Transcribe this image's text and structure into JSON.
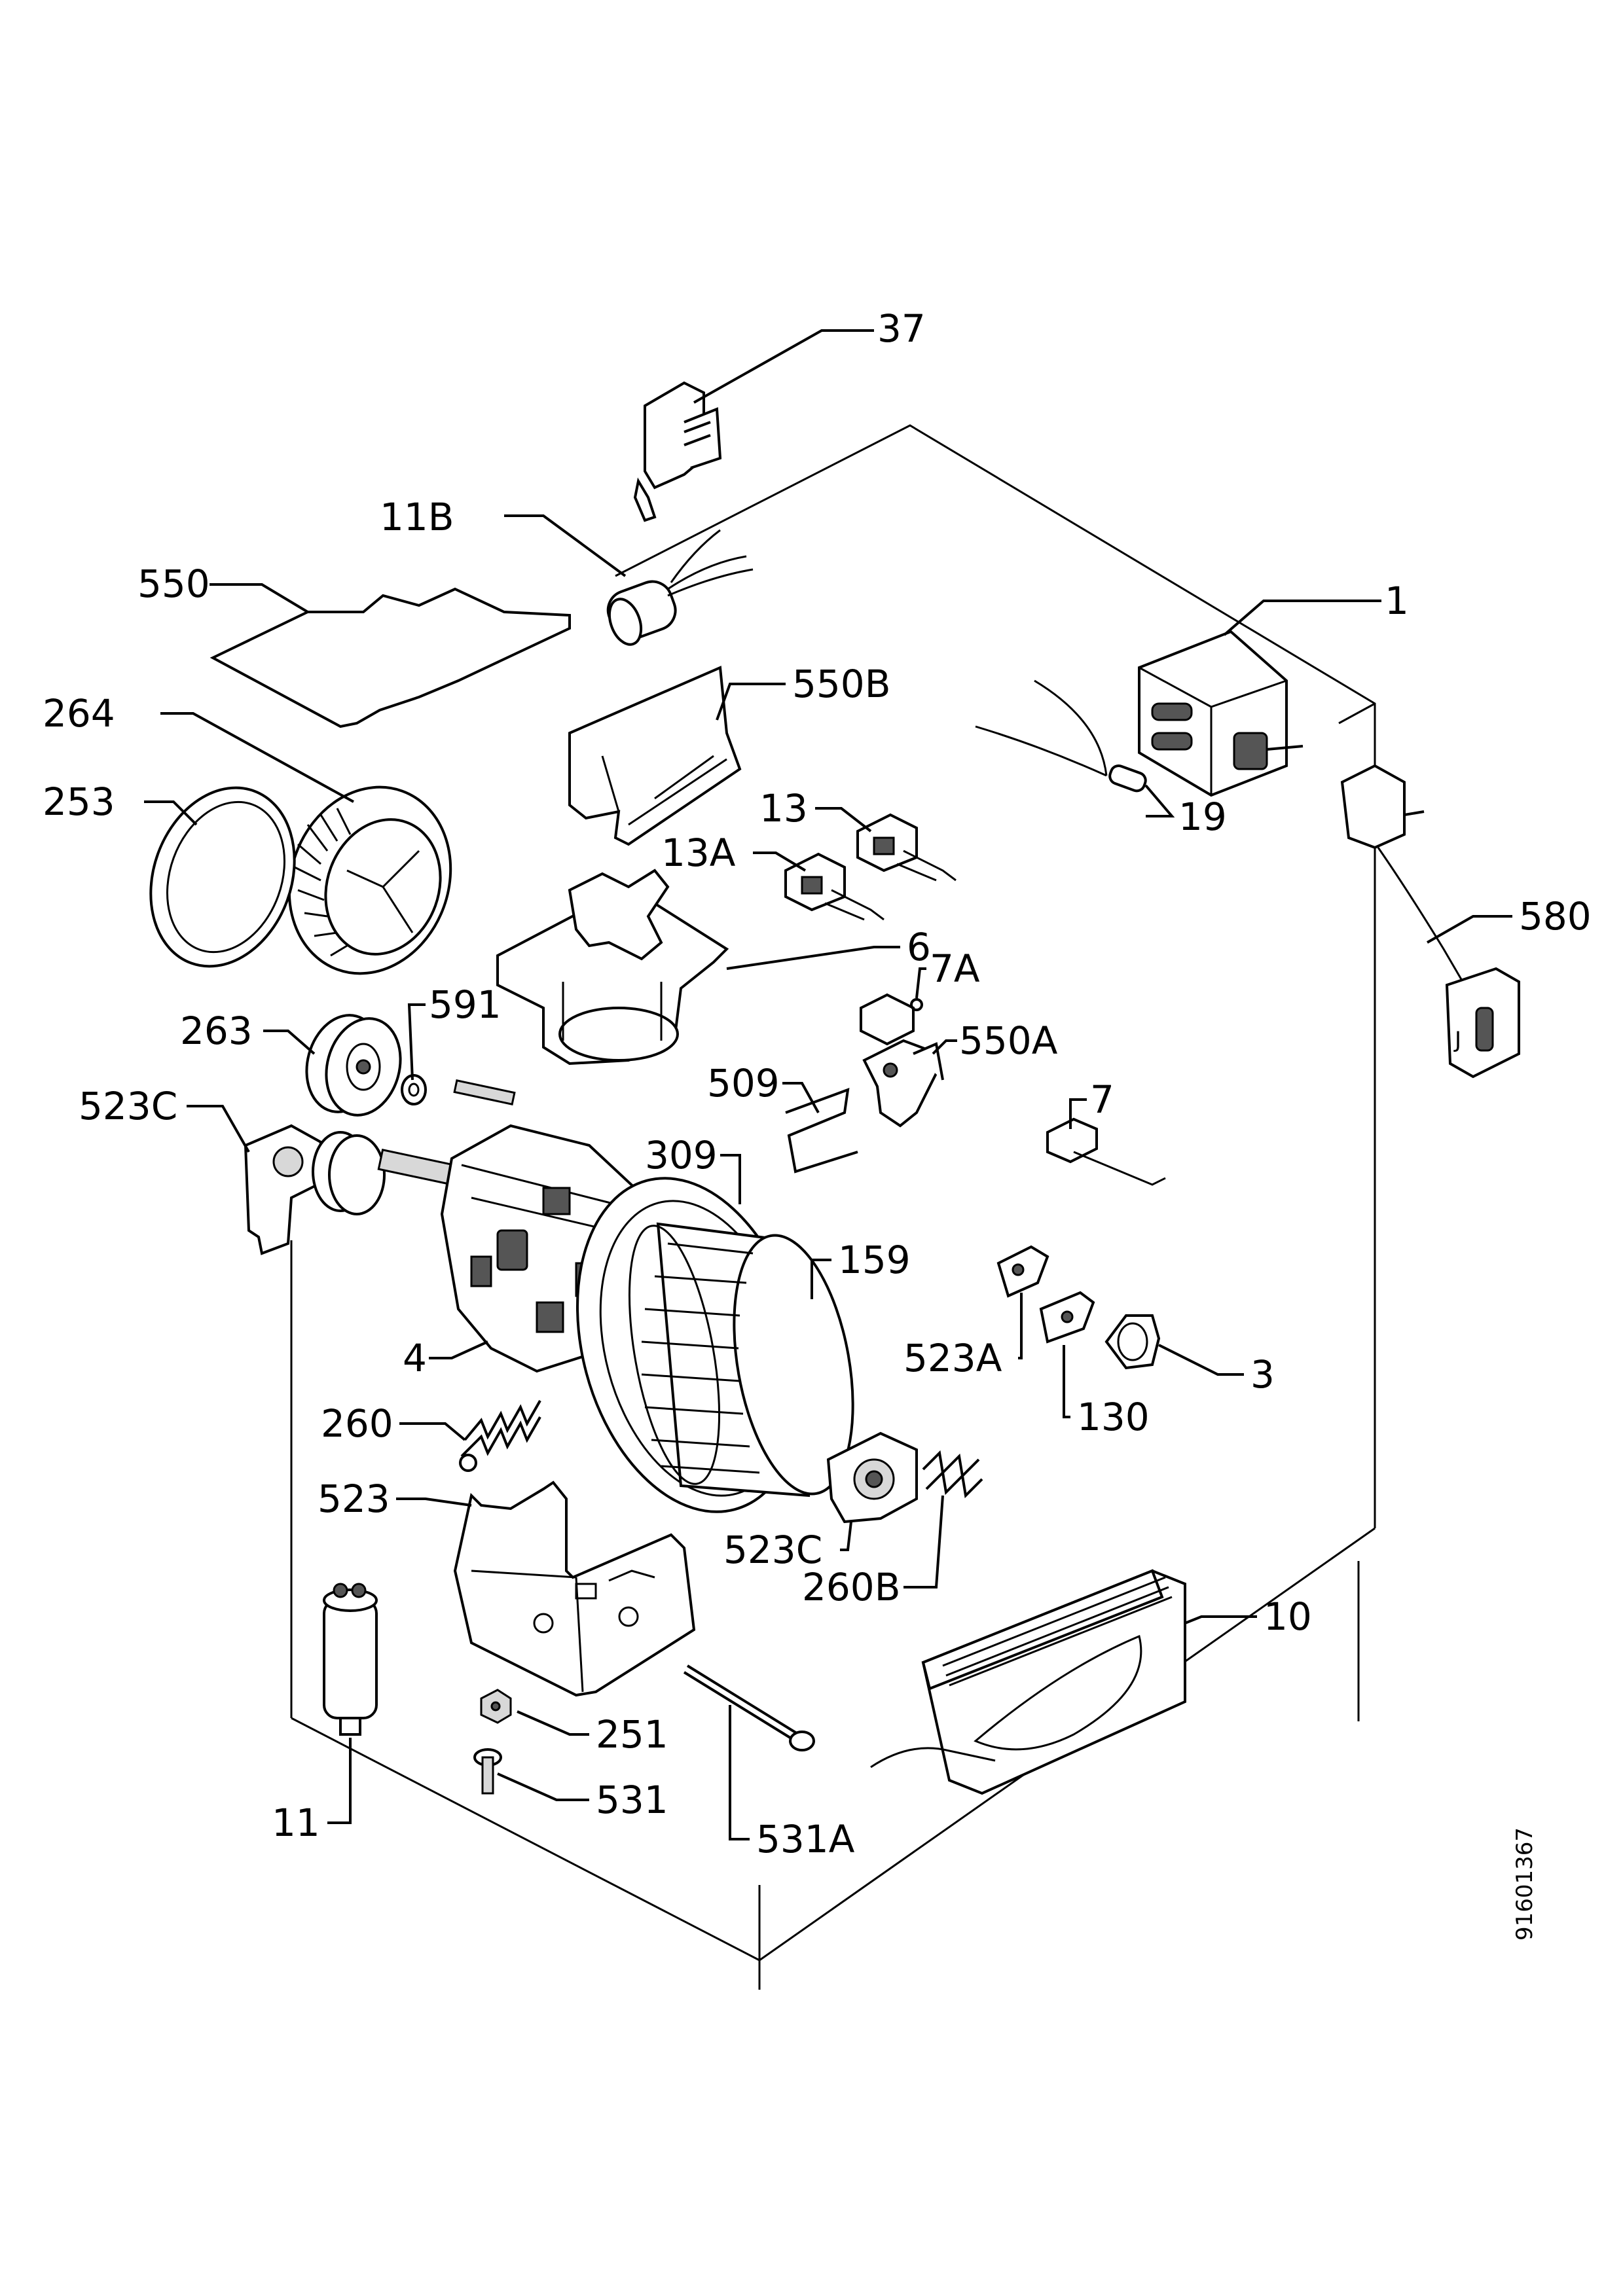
{
  "callouts": {
    "c37": "37",
    "c11b": "11B",
    "c550": "550",
    "c1": "1",
    "c550b": "550B",
    "c264": "264",
    "c253": "253",
    "c19": "19",
    "c13": "13",
    "c13a": "13A",
    "c580": "580",
    "c6": "6",
    "c7a": "7A",
    "c263": "263",
    "c591": "591",
    "c550a": "550A",
    "c509": "509",
    "c523c_left": "523C",
    "c7": "7",
    "c309": "309",
    "c159": "159",
    "c4": "4",
    "c523a": "523A",
    "c3": "3",
    "c130": "130",
    "c260": "260",
    "c523": "523",
    "c523c_right": "523C",
    "c260b": "260B",
    "c10": "10",
    "c251": "251",
    "c531": "531",
    "c11": "11",
    "c531a": "531A"
  },
  "document_id": "91601367"
}
